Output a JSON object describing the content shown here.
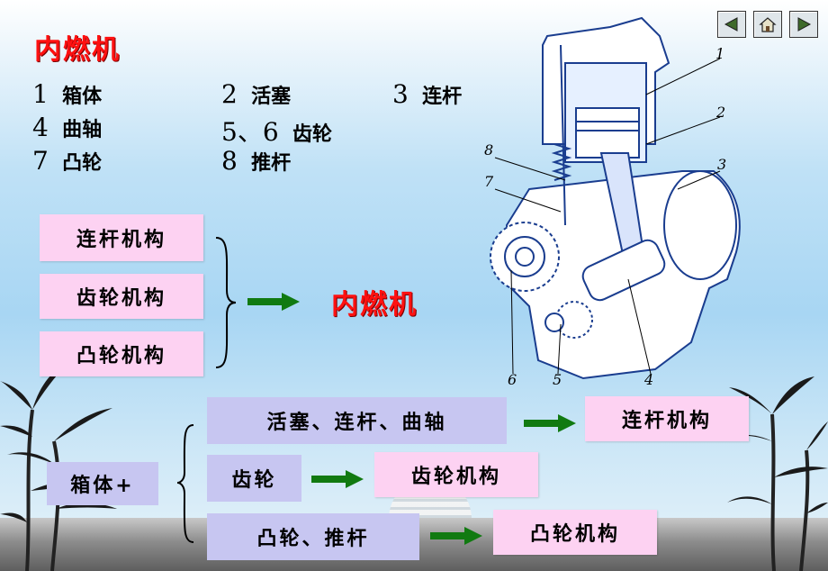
{
  "slide": {
    "title": "内燃机",
    "parts": [
      {
        "num": "1",
        "name": "箱体"
      },
      {
        "num": "2",
        "name": "活塞"
      },
      {
        "num": "3",
        "name": "连杆"
      },
      {
        "num": "4",
        "name": "曲轴"
      },
      {
        "num": "5、6",
        "name": "齿轮"
      },
      {
        "num": "7",
        "name": "凸轮"
      },
      {
        "num": "8",
        "name": "推杆"
      }
    ],
    "mechanisms": [
      "连杆机构",
      "齿轮机构",
      "凸轮机构"
    ],
    "result_title": "内燃机",
    "composition": {
      "base": "箱体+",
      "rows": [
        {
          "parts": "活塞、连杆、曲轴",
          "mechanism": "连杆机构"
        },
        {
          "parts": "齿轮",
          "mechanism": "齿轮机构"
        },
        {
          "parts": "凸轮、推杆",
          "mechanism": "凸轮机构"
        }
      ]
    },
    "diagram_labels": [
      "1",
      "2",
      "3",
      "8",
      "7",
      "6",
      "5",
      "4"
    ]
  },
  "nav": {
    "prev_icon": "triangle-left-icon",
    "home_icon": "home-icon",
    "next_icon": "triangle-right-icon"
  },
  "colors": {
    "title": "#ff1111",
    "pink_box": "#fdd2f2",
    "lavender_box": "#c7c6f1",
    "arrow": "#117a11",
    "diagram_line": "#1a3d8f"
  }
}
